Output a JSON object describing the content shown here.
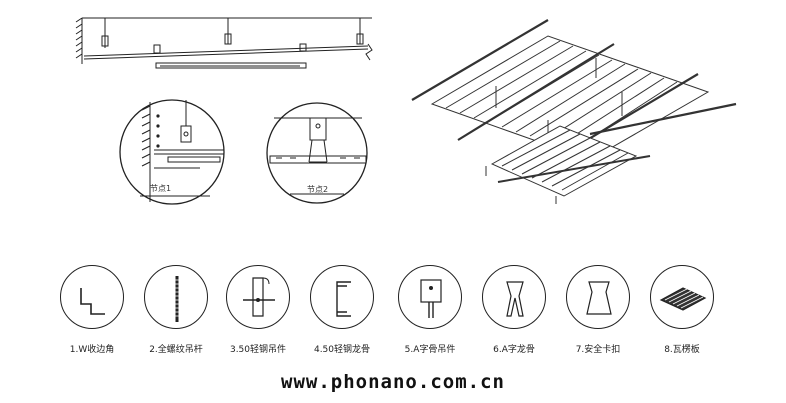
{
  "details": {
    "node1_label": "节点1",
    "node2_label": "节点2"
  },
  "components": [
    {
      "label": "1.W收边角",
      "icon": "w-edge-angle-icon"
    },
    {
      "label": "2.全螺纹吊杆",
      "icon": "threaded-rod-icon"
    },
    {
      "label": "3.50轻钢吊件",
      "icon": "steel-hanger-icon"
    },
    {
      "label": "4.50轻钢龙骨",
      "icon": "steel-keel-icon"
    },
    {
      "label": "5.A字骨吊件",
      "icon": "a-bone-hanger-icon"
    },
    {
      "label": "6.A字龙骨",
      "icon": "a-keel-icon"
    },
    {
      "label": "7.安全卡扣",
      "icon": "safety-clip-icon"
    },
    {
      "label": "8.瓦楞板",
      "icon": "corrugated-panel-icon"
    }
  ],
  "website": "www.phonano.com.cn"
}
